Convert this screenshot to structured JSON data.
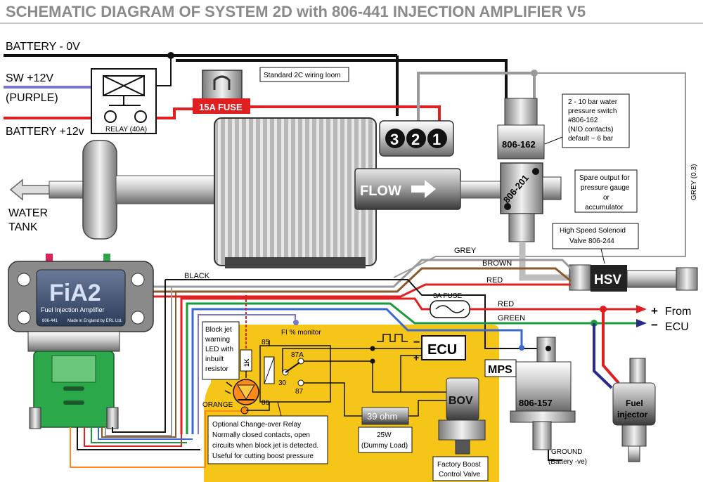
{
  "title": "SCHEMATIC DIAGRAM OF SYSTEM 2D with  806-441 INJECTION  AMPLIFIER V5",
  "colors": {
    "red": "#e02020",
    "black": "#111111",
    "grey": "#9a9a9a",
    "brown": "#8a5a2a",
    "green": "#1a9a3a",
    "blue": "#3a6ad0",
    "purple": "#7a78c8",
    "yellow_panel": "#f5c518",
    "navy": "#2a2a8a",
    "fia_green": "#2aa84a"
  },
  "power": {
    "battery_0v": "BATTERY - 0V",
    "sw_12v": "SW +12V",
    "purple": "(PURPLE)",
    "battery_12v": "BATTERY +12v",
    "relay_label": "RELAY (40A)",
    "fuse_label": "15A FUSE",
    "loom_label": "Standard 2C wiring loom"
  },
  "connector": {
    "pin3": "3",
    "pin2": "2",
    "pin1": "1"
  },
  "pump": {
    "flow_label": "FLOW",
    "water": "WATER",
    "tank": "TANK"
  },
  "components": {
    "pressure_switch_id": "806-162",
    "pressure_switch_note": [
      "2 - 10 bar  water",
      "pressure switch",
      "#806-162",
      "(N/O contacts)",
      "default ~ 6 bar"
    ],
    "tee_id": "806-201",
    "spare_note": [
      "Spare output for",
      "pressure gauge",
      "or",
      "accumulator"
    ],
    "hsv_note": [
      "High Speed Solenoid",
      "Valve  806-244"
    ],
    "hsv": "HSV",
    "grey_03": "GREY (0.3)",
    "mps_label": "MPS",
    "mps_id": "806-157",
    "ground": [
      "GROUND",
      "(Battery -ve)"
    ],
    "fuel_injector": [
      "Fuel",
      "injector"
    ]
  },
  "wires": {
    "grey": "GREY",
    "brown": "BROWN",
    "red": "RED",
    "black": "BLACK",
    "fuse3a": "3A FUSE",
    "red2": "RED",
    "green": "GREEN",
    "plus": "+",
    "minus": "−",
    "from": "From",
    "ecu": "ECU"
  },
  "fia2": {
    "logo": "FiA2",
    "subtitle": "Fuel Injection Amplifier",
    "part": "806-441",
    "made_in": "Made in England by ERL Ltd."
  },
  "panel": {
    "led_note": [
      "Block jet",
      "warning",
      "LED with",
      "inbuilt",
      "resistor"
    ],
    "resistor": "1K",
    "orange": "ORANGE",
    "fi_monitor": "FI % monitor",
    "pin85": "85",
    "pin86": "86",
    "pin87a": "87A",
    "pin30": "30",
    "pin87": "87",
    "ecu": "ECU",
    "plus": "+",
    "minus": "−",
    "bov": "BOV",
    "load": "39 ohm",
    "load_note": [
      "25W",
      "(Dummy Load)"
    ],
    "relay_note": [
      "Optional Change-over Relay",
      "Normally closed contacts, open",
      "circuits  when block jet is detected.",
      "Useful for cutting boost pressure"
    ],
    "bov_note": [
      "Factory Boost",
      "Control Valve"
    ]
  }
}
